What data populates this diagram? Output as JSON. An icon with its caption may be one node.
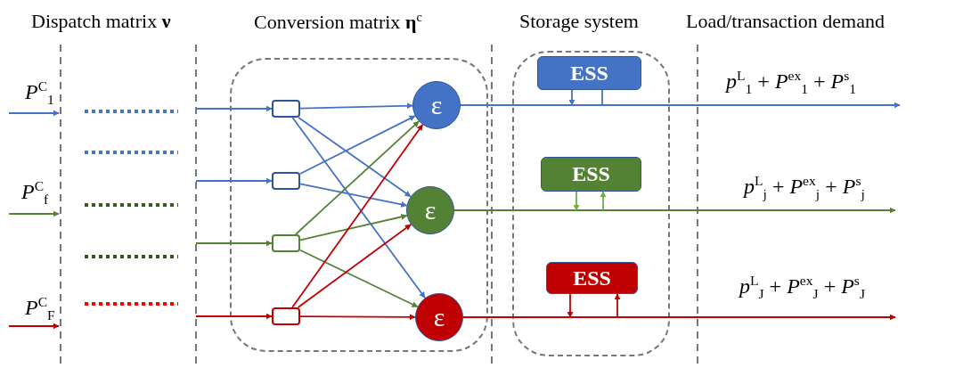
{
  "diagram": {
    "nodes": [
      {
        "text": [],
        "shape": "box"
      },
      {
        "text": [],
        "shape": "box",
        "in": 0
      },
      {
        "text": [],
        "shape": "box",
        "in": 0
      },
      {
        "text": [],
        "shape": "box",
        "in": 0
      },
      {
        "text": [],
        "shape": "box",
        "in": 0
      },
      {
        "text": [
          "ε"
        ],
        "in": 0
      },
      {
        "text": [
          "ε"
        ],
        "in": 0
      },
      {
        "text": [
          "ε"
        ],
        "in": 0
      },
      {
        "text": [],
        "shape": "box"
      },
      {
        "text": [
          "ESS"
        ],
        "in": 8
      },
      {
        "text": [
          "ESS"
        ],
        "in": 8
      },
      {
        "text": [
          "ESS"
        ],
        "in": 8
      }
    ],
    "edges": [
      {
        "from": null,
        "to": 1,
        "arrow": "to"
      },
      {
        "from": null,
        "to": 2,
        "arrow": "to"
      },
      {
        "from": null,
        "to": 3,
        "arrow": "to",
        "color": "#548235"
      },
      {
        "from": null,
        "to": 4,
        "arrow": "to",
        "color": "#c00000"
      },
      {
        "from": 1,
        "to": 5,
        "arrow": "to"
      },
      {
        "from": 1,
        "to": 6,
        "arrow": "to"
      },
      {
        "from": 1,
        "to": 7,
        "arrow": "to"
      },
      {
        "from": 2,
        "to": 5,
        "arrow": "to"
      },
      {
        "from": 2,
        "to": 6,
        "arrow": "to"
      },
      {
        "from": 3,
        "to": 5,
        "arrow": "to",
        "color": "#548235"
      },
      {
        "from": 3,
        "to": 6,
        "arrow": "to",
        "color": "#548235"
      },
      {
        "from": 3,
        "to": 7,
        "arrow": "to",
        "color": "#548235"
      },
      {
        "from": 4,
        "to": 5,
        "arrow": "to",
        "color": "#c00000"
      },
      {
        "from": 4,
        "to": 6,
        "arrow": "to",
        "color": "#c00000"
      },
      {
        "from": 4,
        "to": 7,
        "arrow": "to",
        "color": "#c00000"
      },
      {
        "from": 5,
        "to": null,
        "arrow": "to",
        "label": "*p*$^{L}$$_{1}$ + *P*$^{ex}$$_{1}$ + *P*$^{s}$$_{1}$"
      },
      {
        "from": 9,
        "to": null,
        "arrow": "to"
      },
      {
        "from": null,
        "to": 9,
        "arrow": "none"
      },
      {
        "from": 6,
        "to": null,
        "arrow": "to",
        "color": "#548235",
        "label": "*p*$^{L}$$_{j}$ + *P*$^{ex}$$_{j}$ + *P*$^{s}$$_{j}$"
      },
      {
        "from": 10,
        "to": null,
        "arrow": "to",
        "color": "#70ad47"
      },
      {
        "from": null,
        "to": 10,
        "arrow": "to",
        "color": "#70ad47"
      },
      {
        "from": 7,
        "to": null,
        "arrow": "to",
        "color": "#c00000",
        "label": "*p*$^{L}$$_{J}$ + *P*$^{ex}$$_{J}$ + *P*$^{s}$$_{J}$"
      },
      {
        "from": 11,
        "to": null,
        "arrow": "to",
        "color": "#c00000"
      },
      {
        "from": null,
        "to": 11,
        "arrow": "to",
        "color": "#c00000"
      }
    ],
    "labels": [
      "Dispatch matrix **ν**",
      "Conversion matrix **η**$^{c}$",
      "Storage system",
      "Load/transaction demand",
      "*P*$^{C}$$_{1}$",
      "*P*$^{C}$$_{f}$",
      "*P*$^{C}$$_{F}$"
    ]
  }
}
